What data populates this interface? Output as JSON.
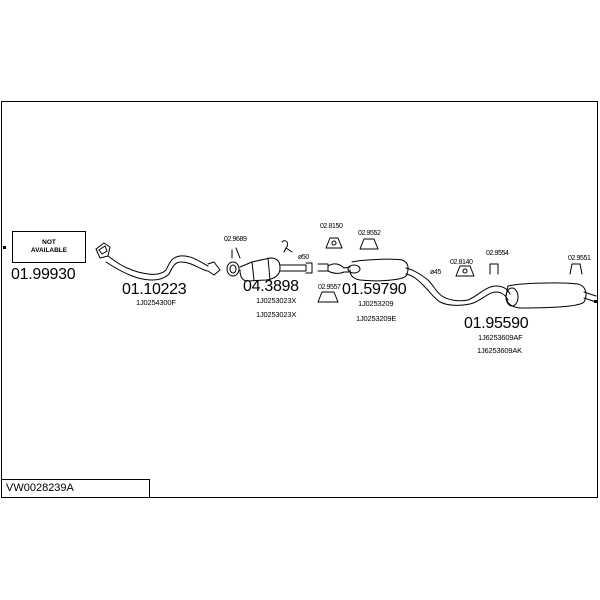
{
  "reference": "VW0028239A",
  "not_available": {
    "line1": "NOT",
    "line2": "AVAILABLE"
  },
  "parts": [
    {
      "number": "01.99930"
    },
    {
      "number": "01.10223",
      "oem": [
        "1J0254300F"
      ]
    },
    {
      "number": "04.3898",
      "oem": [
        "1J0253023X",
        "1J0253023X"
      ]
    },
    {
      "number": "01.59790",
      "oem": [
        "1J0253209",
        "1J0253209E"
      ]
    },
    {
      "number": "01.95590",
      "oem": [
        "1J6253609AF",
        "1J6253609AK"
      ]
    }
  ],
  "accessories": [
    "02.9689",
    "02.8150",
    "02.9552",
    "02.9557",
    "02.8140",
    "02.9554",
    "02.9551"
  ],
  "diameters": [
    "ø50",
    "ø45"
  ]
}
